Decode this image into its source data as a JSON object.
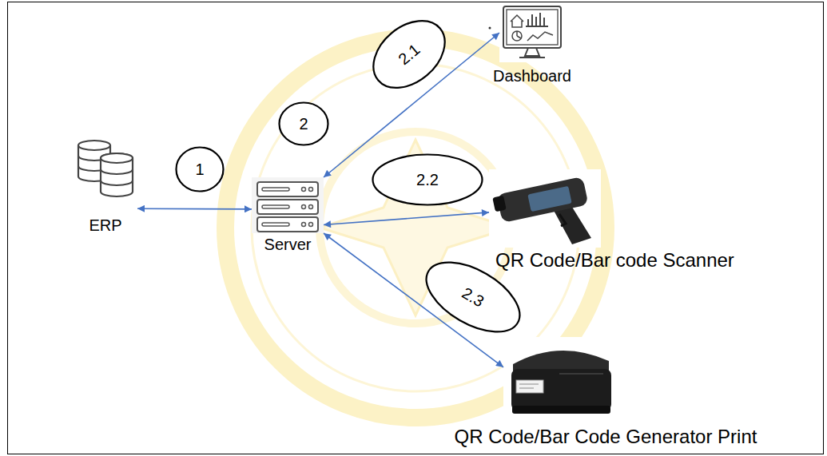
{
  "diagram": {
    "nodes": [
      {
        "text": [
          "ERP"
        ]
      },
      {
        "text": [
          "1"
        ]
      },
      {
        "text": [
          "Server"
        ]
      },
      {
        "text": [
          "2"
        ]
      },
      {
        "text": [
          "2.1"
        ]
      },
      {
        "text": [
          "Dashboard"
        ]
      },
      {
        "text": [
          "2.2"
        ]
      },
      {
        "text": [
          "QR Code/Bar code Scanner"
        ]
      },
      {
        "text": [
          "2.3"
        ]
      },
      {
        "text": [
          "QR Code/Bar Code Generator Print"
        ]
      }
    ],
    "edges": [
      {
        "from": 0,
        "to": 2,
        "arrow": "both"
      },
      {
        "from": 2,
        "to": 5,
        "arrow": "both"
      },
      {
        "from": 2,
        "to": 7,
        "arrow": "both"
      },
      {
        "from": 2,
        "to": 9,
        "arrow": "both"
      }
    ]
  }
}
